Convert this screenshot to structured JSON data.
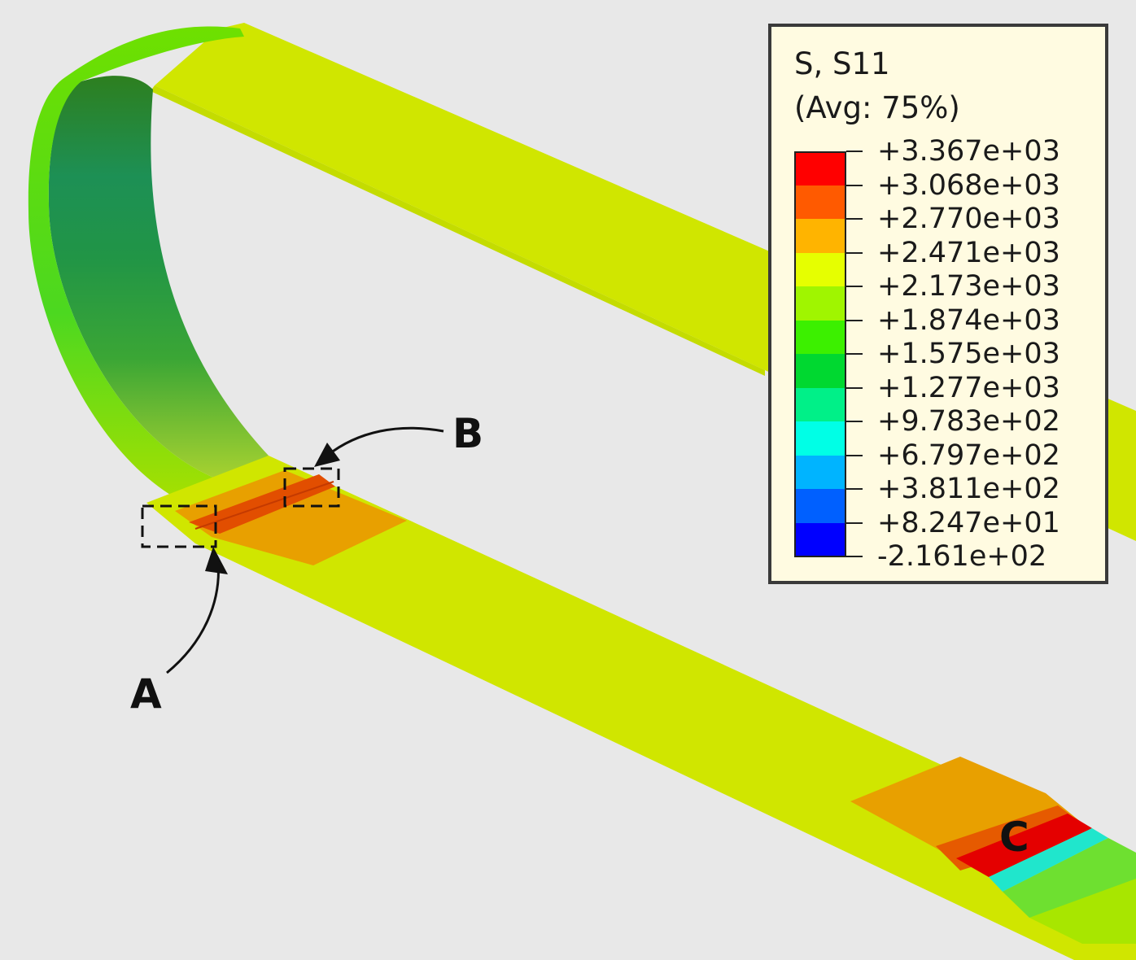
{
  "legend": {
    "title": "S, S11",
    "subtitle": "(Avg: 75%)",
    "ticks": [
      "+3.367e+03",
      "+3.068e+03",
      "+2.770e+03",
      "+2.471e+03",
      "+2.173e+03",
      "+1.874e+03",
      "+1.575e+03",
      "+1.277e+03",
      "+9.783e+02",
      "+6.797e+02",
      "+3.811e+02",
      "+8.247e+01",
      "-2.161e+02"
    ],
    "colors": [
      "#ff0000",
      "#ff5a00",
      "#ffb400",
      "#e6ff00",
      "#a0f500",
      "#3cf000",
      "#00d830",
      "#00f088",
      "#00ffe6",
      "#00b4ff",
      "#0060ff",
      "#0000ff"
    ]
  },
  "callouts": {
    "a": "A",
    "b": "B",
    "c": "C"
  },
  "scene_colors": {
    "background": "#e8e8e8",
    "strip": "#d0e600",
    "strip_dark": "#a9d400",
    "loop_outer": "#6ee000",
    "loop_inner_dark": "#2f9a2a",
    "loop_teal": "#1aa06a",
    "hot_orange": "#e8a000",
    "hot_red": "#e63a00",
    "hot_red_c": "#e40000",
    "cyan_band": "#20e6cc"
  }
}
